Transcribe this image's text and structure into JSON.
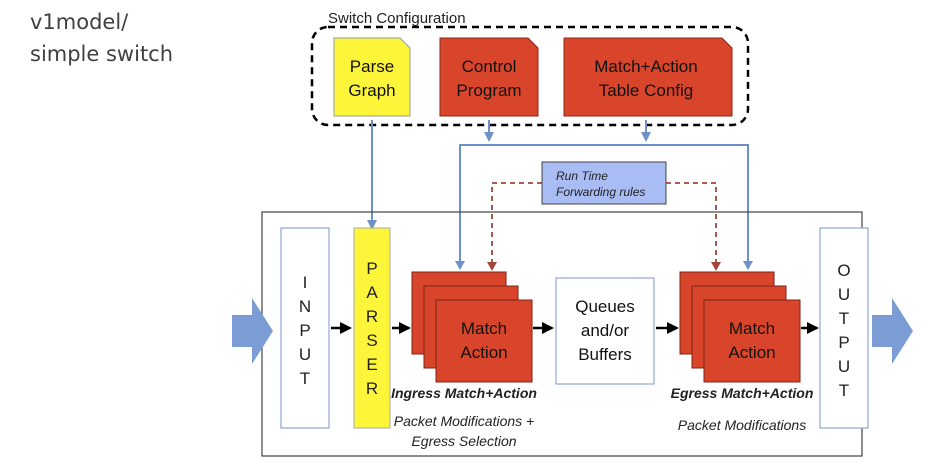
{
  "heading": {
    "line1": "v1model/",
    "line2": "simple switch"
  },
  "switch_config": {
    "label": "Switch Configuration",
    "parse_graph": [
      "Parse",
      "Graph"
    ],
    "control_program": [
      "Control",
      "Program"
    ],
    "table_config": [
      "Match+Action",
      "Table Config"
    ]
  },
  "runtime": [
    "Run Time",
    "Forwarding rules"
  ],
  "pipeline": {
    "input_letters": [
      "I",
      "N",
      "P",
      "U",
      "T"
    ],
    "parser_letters": [
      "P",
      "A",
      "R",
      "S",
      "E",
      "R"
    ],
    "output_letters": [
      "O",
      "U",
      "T",
      "P",
      "U",
      "T"
    ],
    "ingress_box": [
      "Match",
      "Action"
    ],
    "egress_box": [
      "Match",
      "Action"
    ],
    "queues": [
      "Queues",
      "and/or",
      "Buffers"
    ],
    "ingress_label": "Ingress Match+Action",
    "egress_label": "Egress Match+Action",
    "ingress_note": [
      "Packet Modifications +",
      "Egress Selection"
    ],
    "egress_note": "Packet Modifications"
  },
  "colors": {
    "red": "#d9452a",
    "yellow": "#fcf53a",
    "blue_arrow": "#7b9cd4",
    "runtime_fill": "#a9bcf4",
    "dashed": "#a0473a"
  }
}
